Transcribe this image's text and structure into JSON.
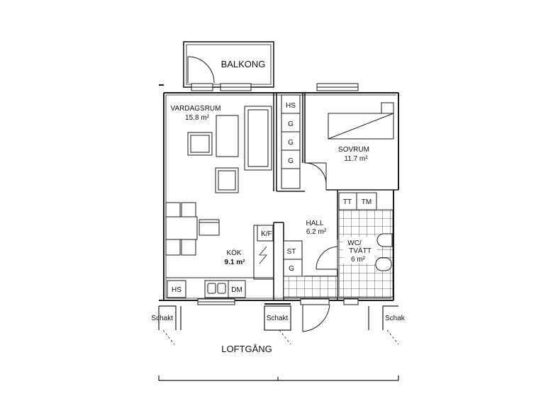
{
  "rooms": {
    "balkong": {
      "name": "BALKONG"
    },
    "vardagsrum": {
      "name": "VARDAGSRUM",
      "area": "15.8 m²"
    },
    "sovrum": {
      "name": "SOVRUM",
      "area": "11.7 m²"
    },
    "hall": {
      "name": "HALL",
      "area": "6.2 m²"
    },
    "kok": {
      "name": "KÖK",
      "area": "9.1 m²"
    },
    "wc": {
      "name1": "WC/",
      "name2": "TVÄTT",
      "area": "6 m²"
    },
    "loftgang": {
      "name": "LOFTGÅNG"
    }
  },
  "fixtures": {
    "hs_top": "HS",
    "g1": "G",
    "g2": "G",
    "g3": "G",
    "kf": "K/F",
    "st": "ST",
    "g_hall": "G",
    "tt": "TT",
    "tm": "TM",
    "hs_kitchen": "HS",
    "dm": "DM",
    "schakt_left": "Schakt",
    "schakt_center": "Schakt",
    "schakt_right": "Schak"
  },
  "colors": {
    "line": "#1a1a1a",
    "tile": "#555555"
  }
}
